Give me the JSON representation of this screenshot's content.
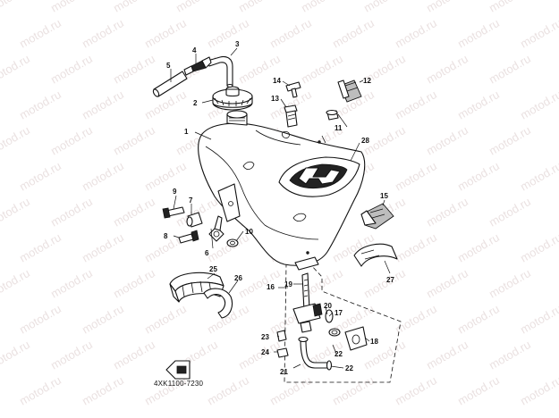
{
  "watermark": {
    "text": "motod.ru"
  },
  "diagram": {
    "part_code": "4XK1100-7230",
    "callouts": [
      "1",
      "2",
      "3",
      "4",
      "5",
      "6",
      "7",
      "8",
      "9",
      "10",
      "11",
      "12",
      "13",
      "14",
      "15",
      "16",
      "17",
      "18",
      "19",
      "20",
      "21",
      "22",
      "22",
      "23",
      "24",
      "25",
      "26",
      "27",
      "28"
    ]
  }
}
